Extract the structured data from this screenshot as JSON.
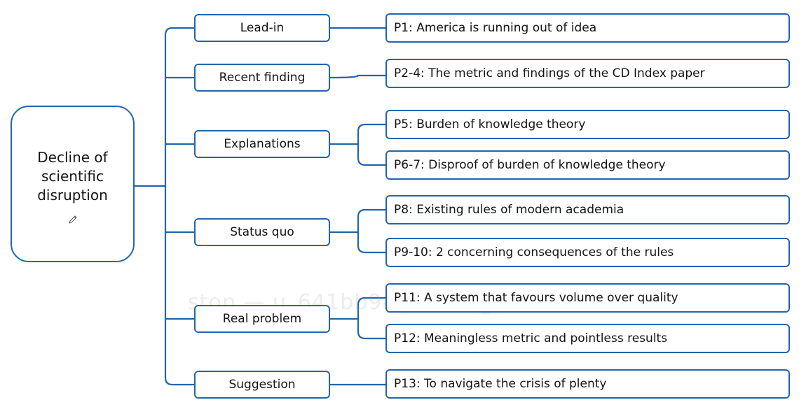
{
  "root": {
    "label": "Decline of\nscientific\ndisruption",
    "edit_icon": "pencil-icon"
  },
  "branches": [
    {
      "label": "Lead-in",
      "children": [
        "P1: America is running out of idea"
      ]
    },
    {
      "label": "Recent finding",
      "children": [
        "P2-4: The metric and findings of the CD Index paper"
      ]
    },
    {
      "label": "Explanations",
      "children": [
        "P5: Burden of knowledge theory",
        "P6-7: Disproof of burden of knowledge theory"
      ]
    },
    {
      "label": "Status quo",
      "children": [
        "P8: Existing rules of modern academia",
        "P9-10: 2 concerning consequences of the rules"
      ]
    },
    {
      "label": "Real problem",
      "children": [
        "P11: A system that favours volume over quality",
        "P12: Meaningless metric and pointless results"
      ]
    },
    {
      "label": "Suggestion",
      "children": [
        "P13: To navigate the crisis of plenty"
      ]
    }
  ],
  "watermark": "stop — u_641bb94287631_4LAK04QOTW",
  "colors": {
    "line": "#2166ae",
    "text": "#141414",
    "background": "#ffffff"
  }
}
